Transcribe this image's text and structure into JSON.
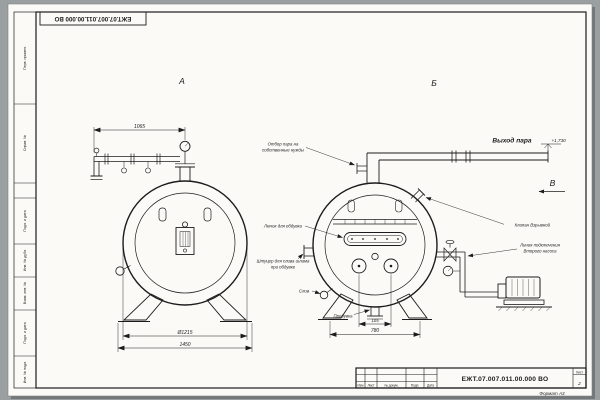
{
  "stamp": {
    "designation": "ЕЖТ.07.007.011.00.000 ВО"
  },
  "frame_fields": [
    {
      "label": "Перв. примен."
    },
    {
      "label": "Справ. №"
    },
    {
      "label": "Подп. и дата"
    },
    {
      "label": "Инв. № дубл."
    },
    {
      "label": "Взам. инв. №"
    },
    {
      "label": "Подп. и дата"
    },
    {
      "label": "Инв. № подл."
    }
  ],
  "views": {
    "a": "А",
    "b": "Б",
    "v": "В"
  },
  "annotations": {
    "steam_tap_line1": "Отбор пара на",
    "steam_tap_line2": "собственные нужды",
    "steam_out": "Выход пара",
    "level": "+1,730",
    "safety_valve": "Клапан Взрывной",
    "pump_line1": "Линия подключения",
    "pump_line2": "Второго насоса",
    "hatch": "Лючок для обдувки",
    "sludge_line1": "Штуцер для слива шлама",
    "sludge_line2": "при обдувке",
    "drain": "Слив",
    "blowdown": "Продувка"
  },
  "dimensions": {
    "pipe_length": "1065",
    "diameter": "Ø1215",
    "overall_width": "1450",
    "glass_spacing": "105",
    "leg_spacing": "780"
  },
  "title_block": {
    "doc_number": "ЕЖТ.07.007.011.00.000 ВО",
    "col_izm": "Изм",
    "col_list": "Лист",
    "col_doc": "№ докум.",
    "col_sign": "Подп.",
    "col_date": "Дата",
    "sheet_label": "Лист",
    "sheet_number": "2",
    "format": "Формат А3"
  }
}
